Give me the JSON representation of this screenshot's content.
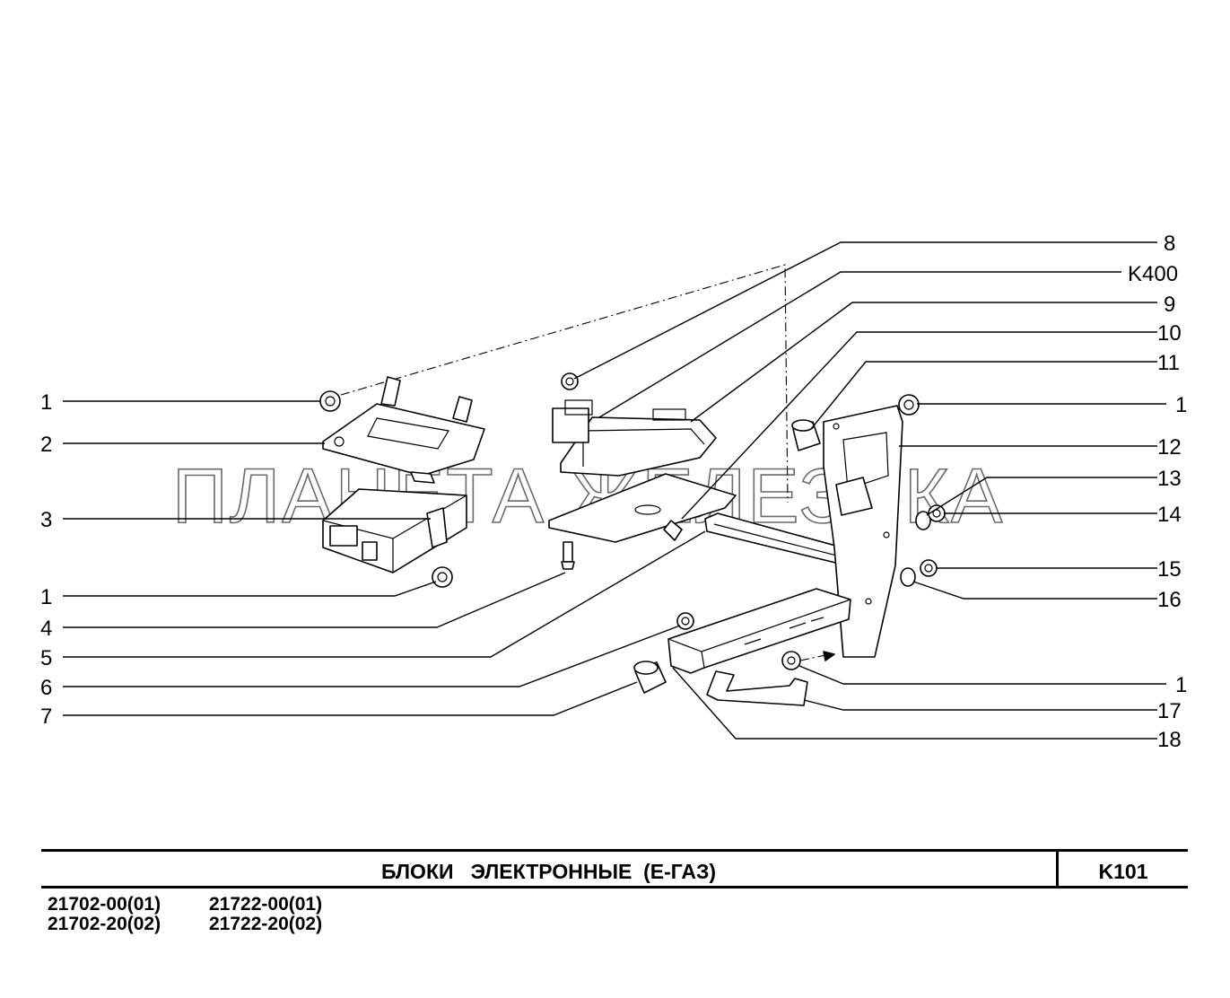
{
  "title": "БЛОКИ   ЭЛЕКТРОННЫЕ  (Е-ГАЗ)",
  "sheet_code": "K101",
  "watermark": "ПЛАНЕТА ЖЕЛЕЗЯКА",
  "models": {
    "left": [
      "21702-00(01)",
      "21702-20(02)"
    ],
    "right": [
      "21722-00(01)",
      "21722-20(02)"
    ]
  },
  "callouts_left": [
    "1",
    "2",
    "3",
    "1",
    "4",
    "5",
    "6",
    "7"
  ],
  "callouts_right": [
    "8",
    "K400",
    "9",
    "10",
    "11",
    "1",
    "12",
    "13",
    "14",
    "15",
    "16",
    "1",
    "17",
    "18"
  ]
}
